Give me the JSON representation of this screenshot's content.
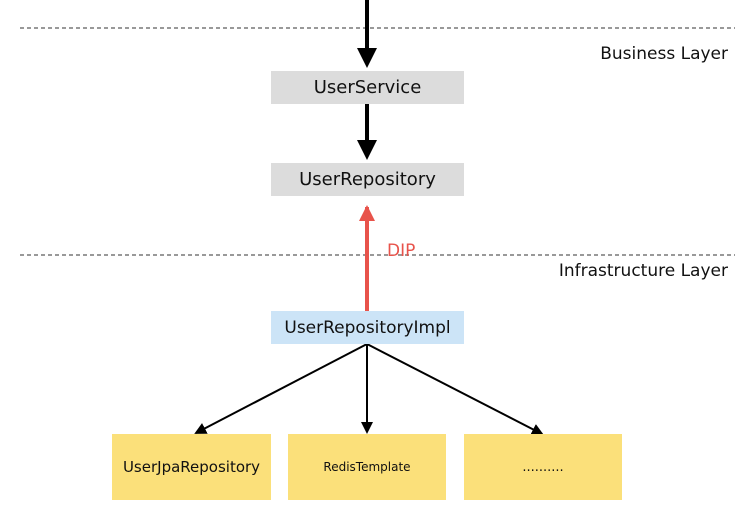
{
  "layers": {
    "business": "Business Layer",
    "infrastructure": "Infrastructure Layer"
  },
  "nodes": {
    "user_service": "UserService",
    "user_repository": "UserRepository",
    "user_repository_impl": "UserRepositoryImpl",
    "user_jpa_repository": "UserJpaRepository",
    "redis_template": "RedisTemplate",
    "other": ".........."
  },
  "edges": {
    "dip_label": "DIP"
  },
  "colors": {
    "gray_box": "#dcdcdc",
    "blue_box": "#cce4f7",
    "yellow_box": "#fbe07a",
    "dip_arrow": "#e8534b",
    "arrow": "#000000"
  }
}
